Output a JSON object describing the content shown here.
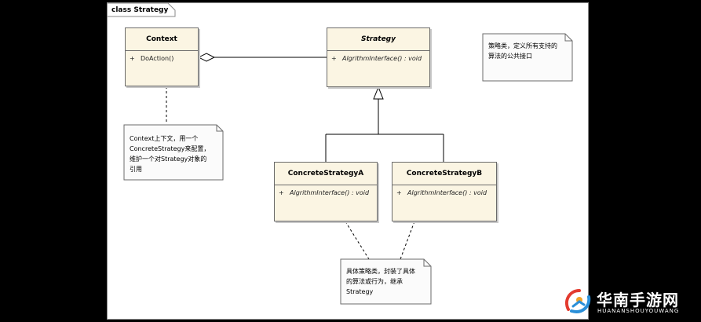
{
  "frame": {
    "title": "class Strategy"
  },
  "classes": {
    "context": {
      "name": "Context",
      "op_visibility": "+",
      "op": "DoAction()"
    },
    "strategy": {
      "name": "Strategy",
      "op_visibility": "+",
      "op": "AlgrithmInterface() : void"
    },
    "concrete_a": {
      "name": "ConcreteStrategyA",
      "op_visibility": "+",
      "op": "AlgrithmInterface() : void"
    },
    "concrete_b": {
      "name": "ConcreteStrategyB",
      "op_visibility": "+",
      "op": "AlgrithmInterface() : void"
    }
  },
  "notes": {
    "strategy_note": "策略类，定义所有支持的\n算法的公共接口",
    "context_note": "Context上下文，用一个\nConcreteStrategy来配置，\n维护一个对Strategy对象的\n引用",
    "concrete_note": "具体策略类，封装了具体\n的算法或行为，继承\nStrategy"
  },
  "watermark": {
    "title": "华南手游网",
    "subtitle": "HUANANSHOUYOUWANG"
  },
  "colors": {
    "class_fill": "#fbf5e3",
    "note_fill": "#fbfbfb",
    "line": "#000000"
  }
}
